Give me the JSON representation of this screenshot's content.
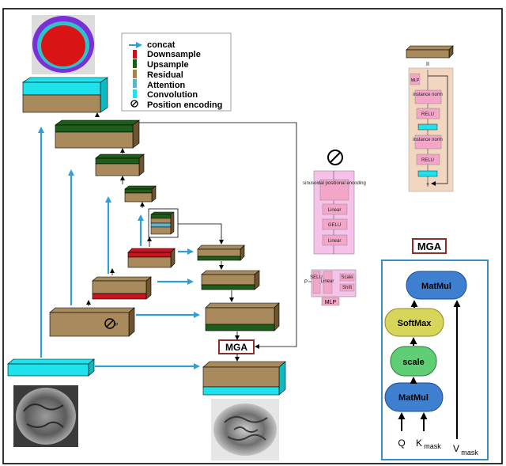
{
  "colors": {
    "concat": "#2f9fd8",
    "downsample": "#c8141e",
    "upsample": "#1f5e1a",
    "residual": "#a4844f",
    "attention": "#5fb2c8",
    "convolution": "#1ee3ec",
    "block_fill": "#a88a5c",
    "block_top": "#8a6c40",
    "mlp_panel": "#f3d6c0",
    "emb_panel": "#f6c2ea",
    "mga_border": "#3a8ec6",
    "matmul": "#3f7fcf",
    "softmax": "#d8d65a",
    "scale": "#5fce74"
  },
  "legend": {
    "items": [
      {
        "icon": "concat-arrow-icon",
        "label": "concat"
      },
      {
        "icon": "downsample-icon",
        "label": "Downsample"
      },
      {
        "icon": "upsample-icon",
        "label": "Upsample"
      },
      {
        "icon": "residual-icon",
        "label": "Residual"
      },
      {
        "icon": "attention-icon",
        "label": "Attention"
      },
      {
        "icon": "convolution-icon",
        "label": "Convolution"
      },
      {
        "icon": "position-encoding-icon",
        "label": "Position encoding"
      }
    ]
  },
  "unet": {
    "mga_label": "MGA"
  },
  "mlp_block": {
    "title": "MLP",
    "parallel_symbol": "II",
    "layers": [
      "instance norm",
      "RELU",
      "instance norm",
      "RELU"
    ],
    "sum_symbol": "+"
  },
  "pos_embed": {
    "layers": [
      "sinusoidal positional encoding",
      "Linear",
      "GELU",
      "Linear"
    ]
  },
  "small_mlp": {
    "title": "MLP",
    "input_label": "P",
    "layers": [
      "SELU",
      "Linear"
    ],
    "outputs": [
      "Scale",
      "Shift"
    ]
  },
  "mga_panel": {
    "title": "MGA",
    "nodes": [
      "MatMul",
      "SoftMax",
      "scale",
      "MatMul"
    ],
    "inputs": {
      "q": "Q",
      "k": "K",
      "k_sub": "mask",
      "v": "V",
      "v_sub": "mask"
    }
  }
}
